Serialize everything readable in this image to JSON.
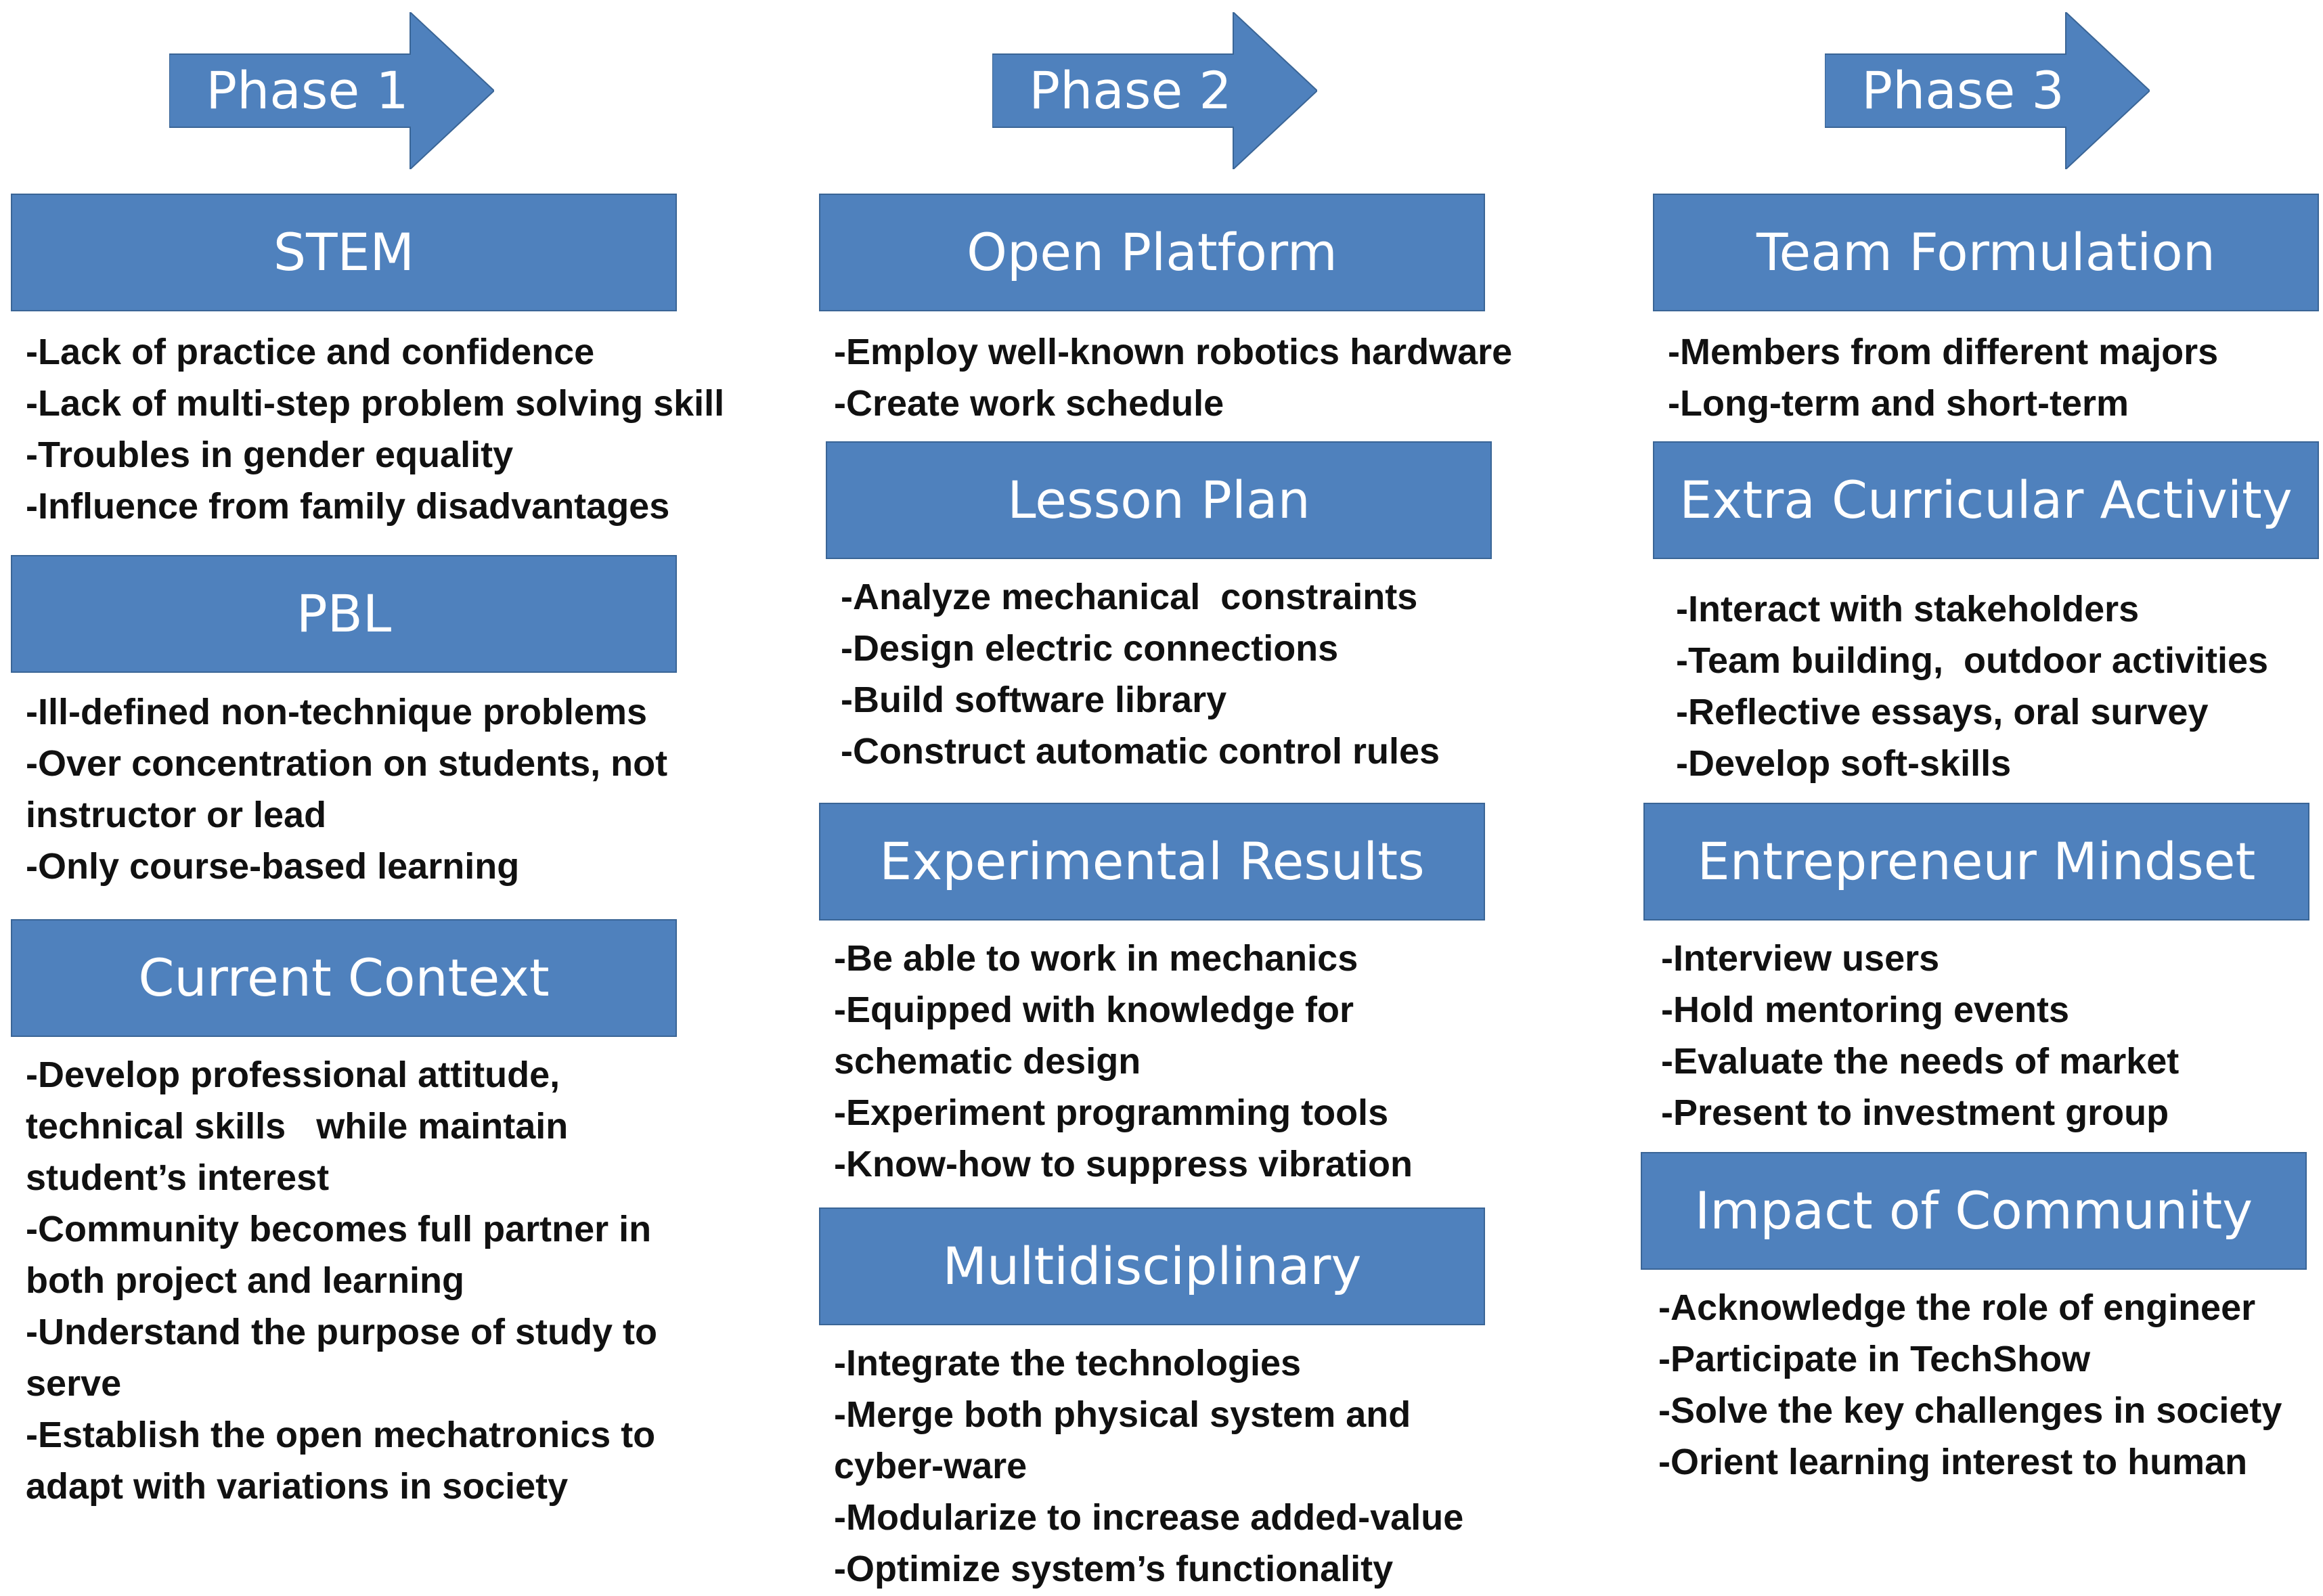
{
  "phases": [
    {
      "label": "Phase 1",
      "sections": [
        {
          "title": "STEM",
          "items": [
            "-Lack of practice and confidence",
            "-Lack of multi-step problem solving skill",
            "-Troubles in gender equality",
            "-Influence from family disadvantages"
          ]
        },
        {
          "title": "PBL",
          "items": [
            "-Ill-defined non-technique problems",
            "-Over concentration on students, not instructor or lead",
            "-Only course-based learning"
          ]
        },
        {
          "title": "Current Context",
          "items": [
            "-Develop professional attitude, technical skills   while maintain student’s interest",
            "-Community becomes full partner in both project and learning",
            "-Understand the purpose of study to serve",
            "-Establish the open mechatronics to adapt with variations in society"
          ]
        }
      ]
    },
    {
      "label": "Phase 2",
      "sections": [
        {
          "title": "Open Platform",
          "items": [
            "-Employ well-known robotics hardware",
            "-Create work schedule"
          ]
        },
        {
          "title": "Lesson Plan",
          "items": [
            "-Analyze mechanical  constraints",
            "-Design electric connections",
            "-Build software library",
            "-Construct automatic control rules"
          ]
        },
        {
          "title": "Experimental  Results",
          "items": [
            "-Be able to work in mechanics",
            "-Equipped with knowledge for schematic design",
            "-Experiment programming tools",
            "-Know-how to suppress vibration"
          ]
        },
        {
          "title": "Multidisciplinary",
          "items": [
            "-Integrate the technologies",
            "-Merge both physical system and cyber-ware",
            "-Modularize to increase added-value",
            "-Optimize system’s functionality"
          ]
        }
      ]
    },
    {
      "label": "Phase 3",
      "sections": [
        {
          "title": "Team Formulation",
          "items": [
            "-Members from different majors",
            "-Long-term and short-term"
          ]
        },
        {
          "title": "Extra Curricular Activity",
          "items": [
            "-Interact with stakeholders",
            "-Team building,  outdoor activities",
            "-Reflective essays, oral survey",
            "-Develop soft-skills"
          ]
        },
        {
          "title": "Entrepreneur  Mindset",
          "items": [
            "-Interview users",
            "-Hold mentoring events",
            "-Evaluate the needs of market",
            "-Present to investment group"
          ]
        },
        {
          "title": "Impact of Community",
          "items": [
            "-Acknowledge the role of engineer",
            "-Participate in TechShow",
            "-Solve the key challenges in society",
            "-Orient learning interest to human"
          ]
        }
      ]
    }
  ],
  "colors": {
    "box_fill": "#4f81bd",
    "box_border": "#3a6596",
    "box_text": "#ffffff",
    "body_text": "#111111"
  }
}
